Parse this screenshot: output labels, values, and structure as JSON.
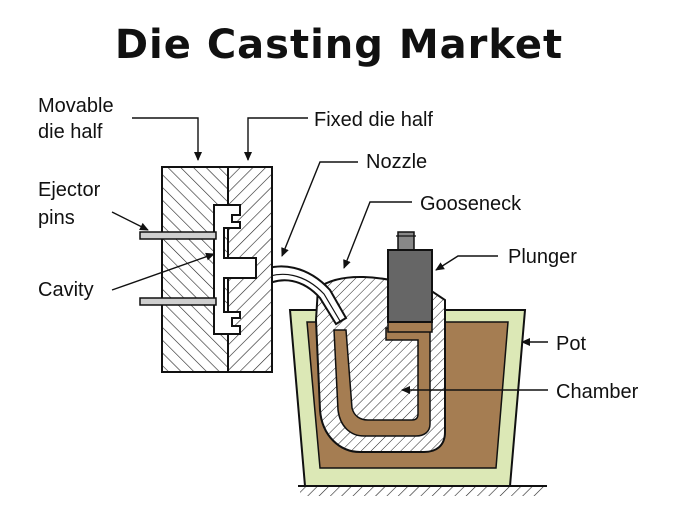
{
  "title": "Die Casting Market",
  "labels": {
    "movable_1": "Movable",
    "movable_2": "die half",
    "fixed": "Fixed die half",
    "ejector_1": "Ejector",
    "ejector_2": "pins",
    "cavity": "Cavity",
    "nozzle": "Nozzle",
    "gooseneck": "Gooseneck",
    "plunger": "Plunger",
    "pot": "Pot",
    "chamber": "Chamber"
  },
  "colors": {
    "metal": "#a57d52",
    "pot": "#dce8b6",
    "plunger": "#666666",
    "line": "#111111"
  }
}
